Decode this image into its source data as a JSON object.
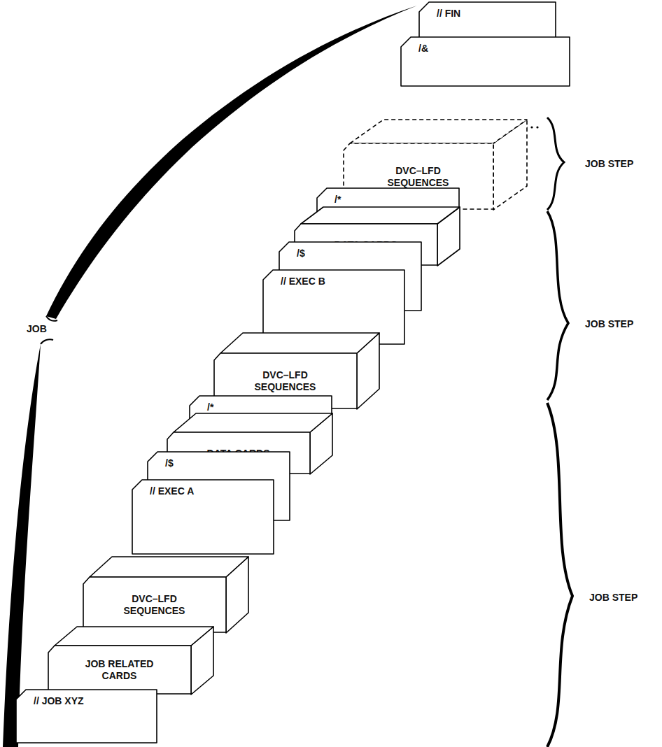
{
  "diagram": {
    "nodes": [
      {
        "text": [
          "// JOB XYZ"
        ]
      },
      {
        "text": [
          "JOB RELATED CARDS"
        ]
      },
      {
        "text": [
          "DVC–LFD SEQUENCES"
        ]
      },
      {
        "text": [
          "// EXEC A"
        ]
      },
      {
        "text": [
          "/$"
        ]
      },
      {
        "text": [
          "DATA CARDS"
        ]
      },
      {
        "text": [
          "/*"
        ]
      },
      {
        "text": [
          "DVC–LFD SEQUENCES"
        ]
      },
      {
        "text": [
          "// EXEC B"
        ]
      },
      {
        "text": [
          "/$"
        ]
      },
      {
        "text": [
          "DATA CARDS"
        ]
      },
      {
        "text": [
          "/*"
        ]
      },
      {
        "text": [
          "DVC–LFD SEQUENCES"
        ]
      },
      {
        "text": [
          "/&"
        ]
      },
      {
        "text": [
          "// FIN"
        ]
      }
    ],
    "labels": [
      "JOB",
      "JOB STEP",
      "JOB STEP",
      "JOB STEP"
    ]
  }
}
